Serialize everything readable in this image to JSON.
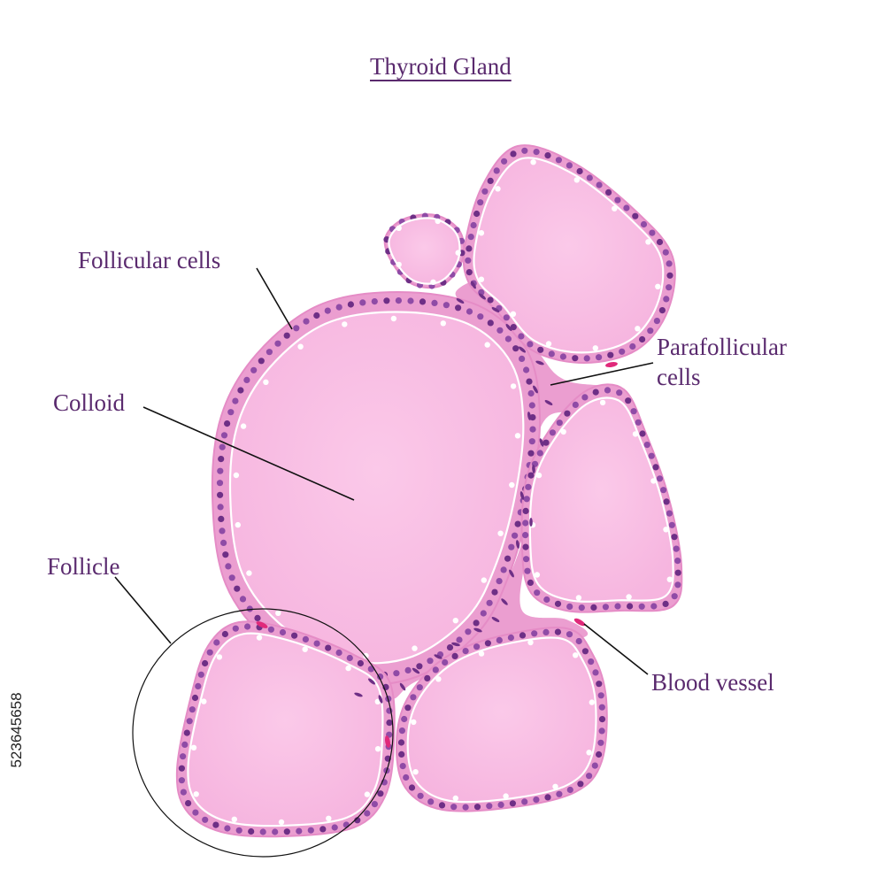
{
  "title": "Thyroid Gland",
  "labels": {
    "follicular_cells": "Follicular cells",
    "colloid": "Colloid",
    "follicle": "Follicle",
    "parafollicular_line1": "Parafollicular",
    "parafollicular_line2": "cells",
    "blood_vessel": "Blood vessel"
  },
  "stock_id": "523645658",
  "colors": {
    "text": "#5a2a6e",
    "tissue": "#eb9ed0",
    "colloid": "#f7bde2",
    "colloid_edge": "#ffffff",
    "nucleus": "#8f4ba6",
    "nucleus_dark": "#6e2f86",
    "blood_vessel": "#e0297a",
    "leader_line": "#111111"
  }
}
